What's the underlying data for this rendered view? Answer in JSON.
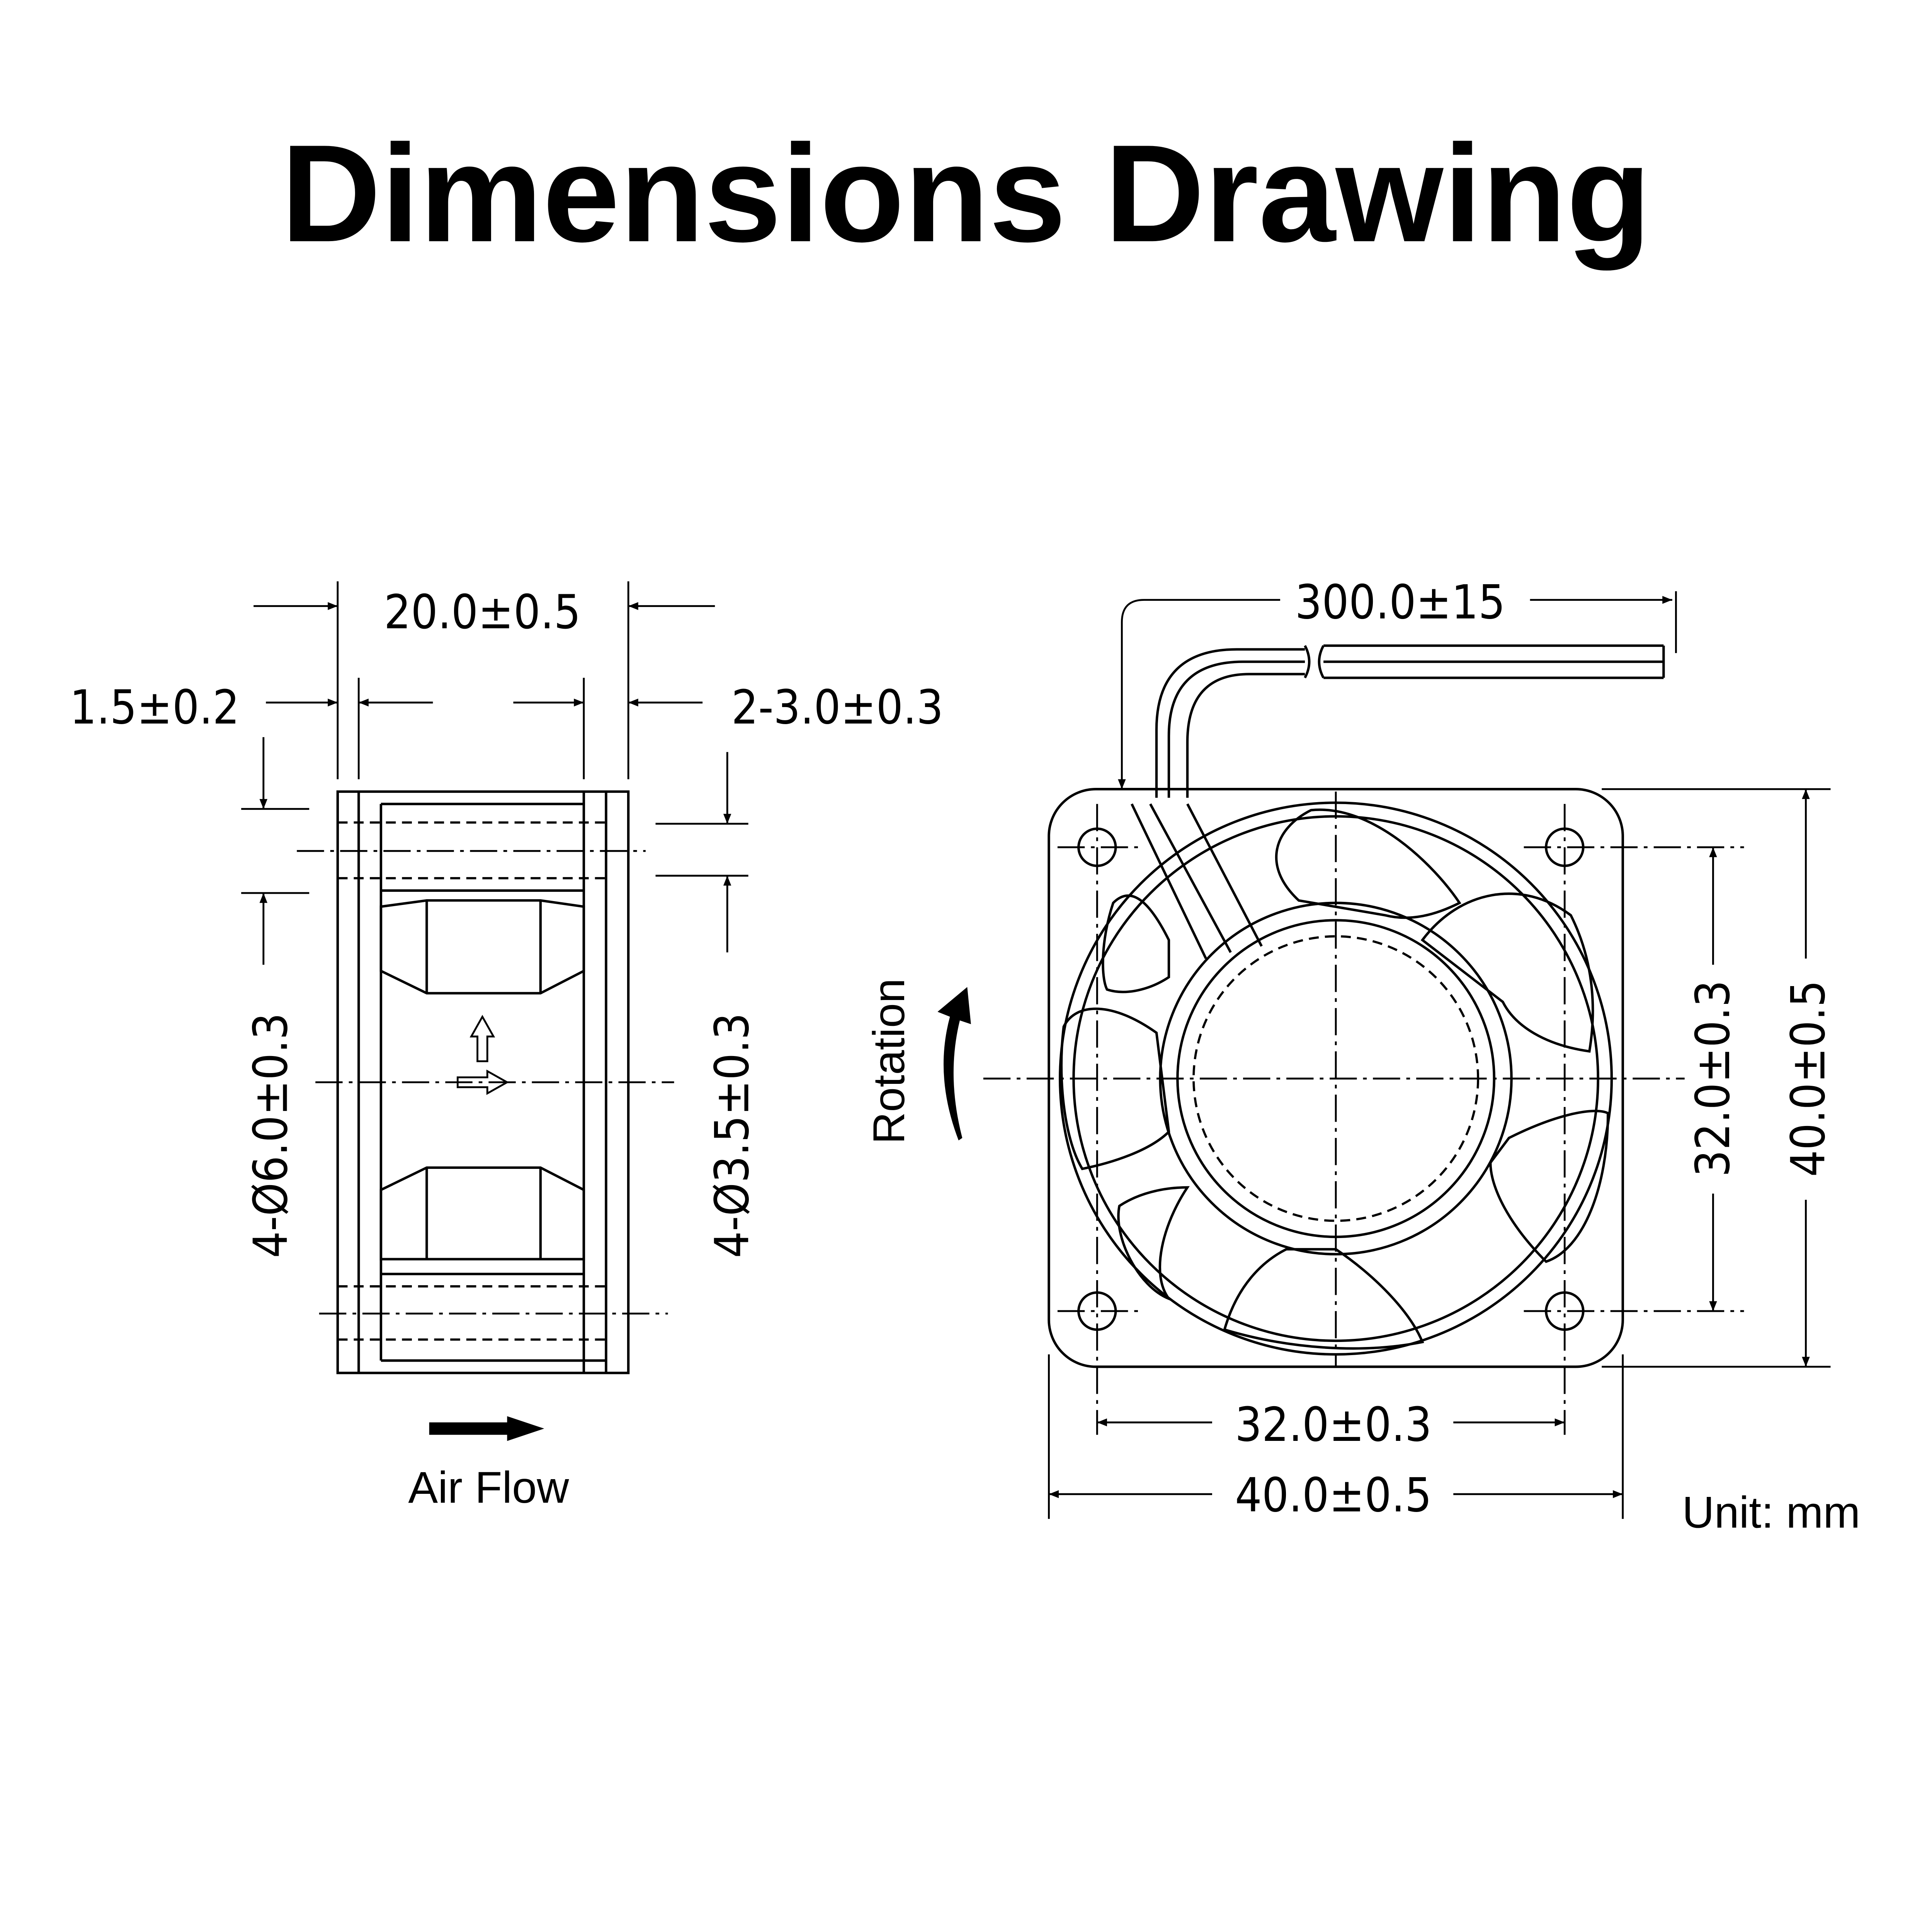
{
  "title": "Dimensions Drawing",
  "side_view": {
    "depth": "20.0±0.5",
    "flange": "1.5±0.2",
    "rib": "2-3.0±0.3",
    "outer_hole": "4-Ø6.0±0.3",
    "inner_hole": "4-Ø3.5±0.3",
    "airflow_label": "Air Flow"
  },
  "front_view": {
    "cable_length": "300.0±15",
    "rotation_label": "Rotation",
    "hole_spacing_v": "32.0±0.3",
    "size_v": "40.0±0.5",
    "hole_spacing_h": "32.0±0.3",
    "size_h": "40.0±0.5"
  },
  "unit": "Unit: mm"
}
